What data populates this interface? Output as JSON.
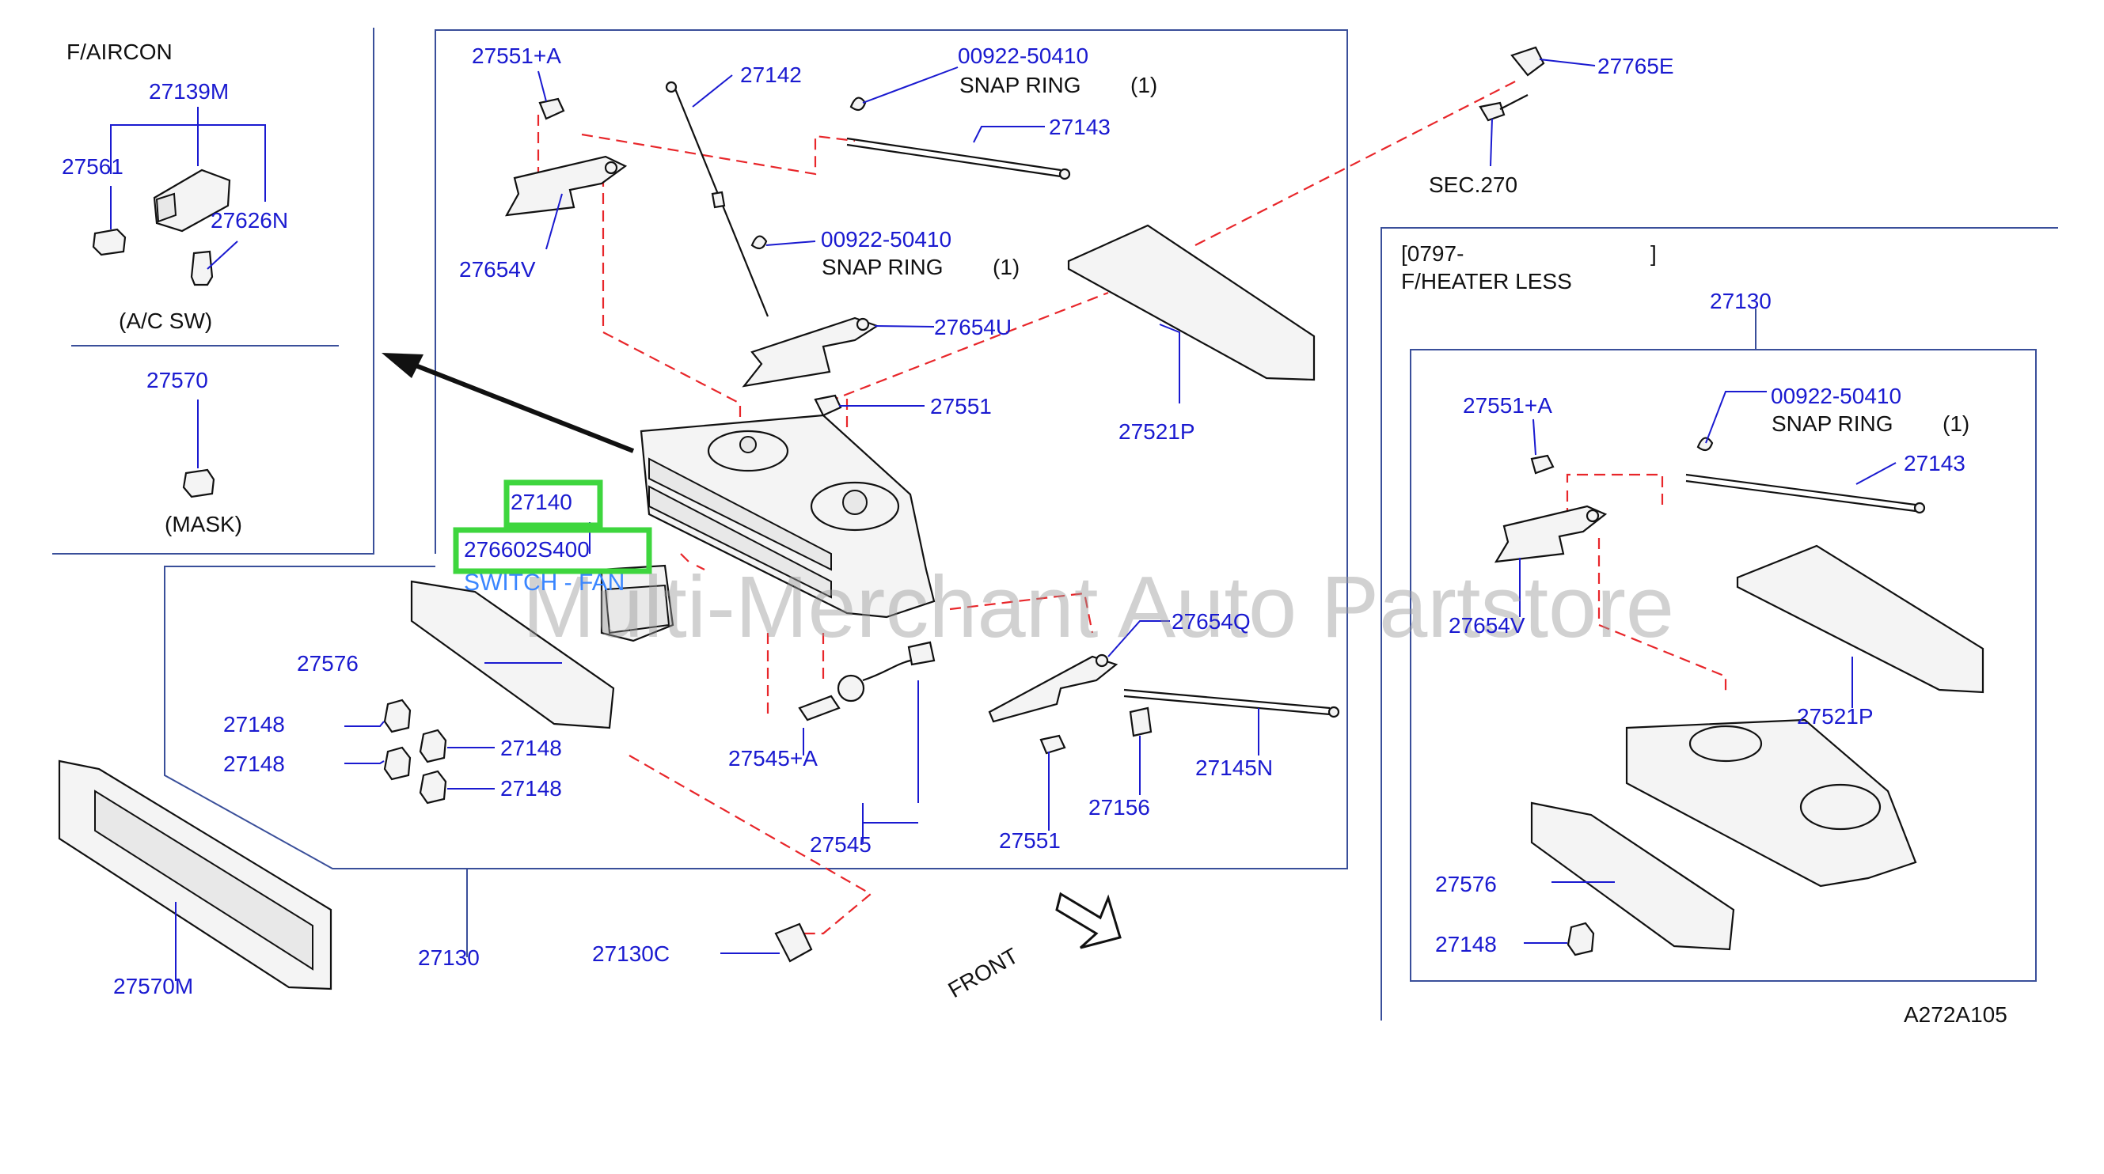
{
  "diagram": {
    "watermark": "Multi-Merchant Auto Partstore",
    "code": "A272A105",
    "front_label": "FRONT",
    "panels": {
      "aircon": {
        "title": "F/AIRCON",
        "ac_sw": "(A/C   SW)",
        "mask": "(MASK)"
      },
      "heater_less": {
        "title_line1": "[0797-",
        "title_close": "]",
        "title_line2": "F/HEATER  LESS"
      }
    },
    "snap_ring": {
      "line": "SNAP   RING",
      "qty": "(1)"
    },
    "sec_ref": "SEC.270",
    "highlighted": {
      "part1": "27140",
      "part2": "276602S400",
      "description": "SWITCH - FAN"
    },
    "labels": {
      "p27139M": "27139M",
      "p27561": "27561",
      "p27626N": "27626N",
      "p27570": "27570",
      "p27551A": "27551+A",
      "p27142": "27142",
      "p0092250410a": "00922-50410",
      "p27143": "27143",
      "p27654V": "27654V",
      "p0092250410b": "00922-50410",
      "p27654U": "27654U",
      "p27551": "27551",
      "p27521P": "27521P",
      "p27765E": "27765E",
      "p27576": "27576",
      "p27148a": "27148",
      "p27148b": "27148",
      "p27148c": "27148",
      "p27148d": "27148",
      "p27654Q": "27654Q",
      "p27545A": "27545+A",
      "p27545": "27545",
      "p27551b": "27551",
      "p27156": "27156",
      "p27145N": "27145N",
      "p27570M": "27570M",
      "p27130": "27130",
      "p27130C": "27130C",
      "r27130": "27130",
      "r27551A": "27551+A",
      "r0092250410": "00922-50410",
      "r27143": "27143",
      "r27654V": "27654V",
      "r27521P": "27521P",
      "r27576": "27576",
      "r27148": "27148"
    }
  }
}
